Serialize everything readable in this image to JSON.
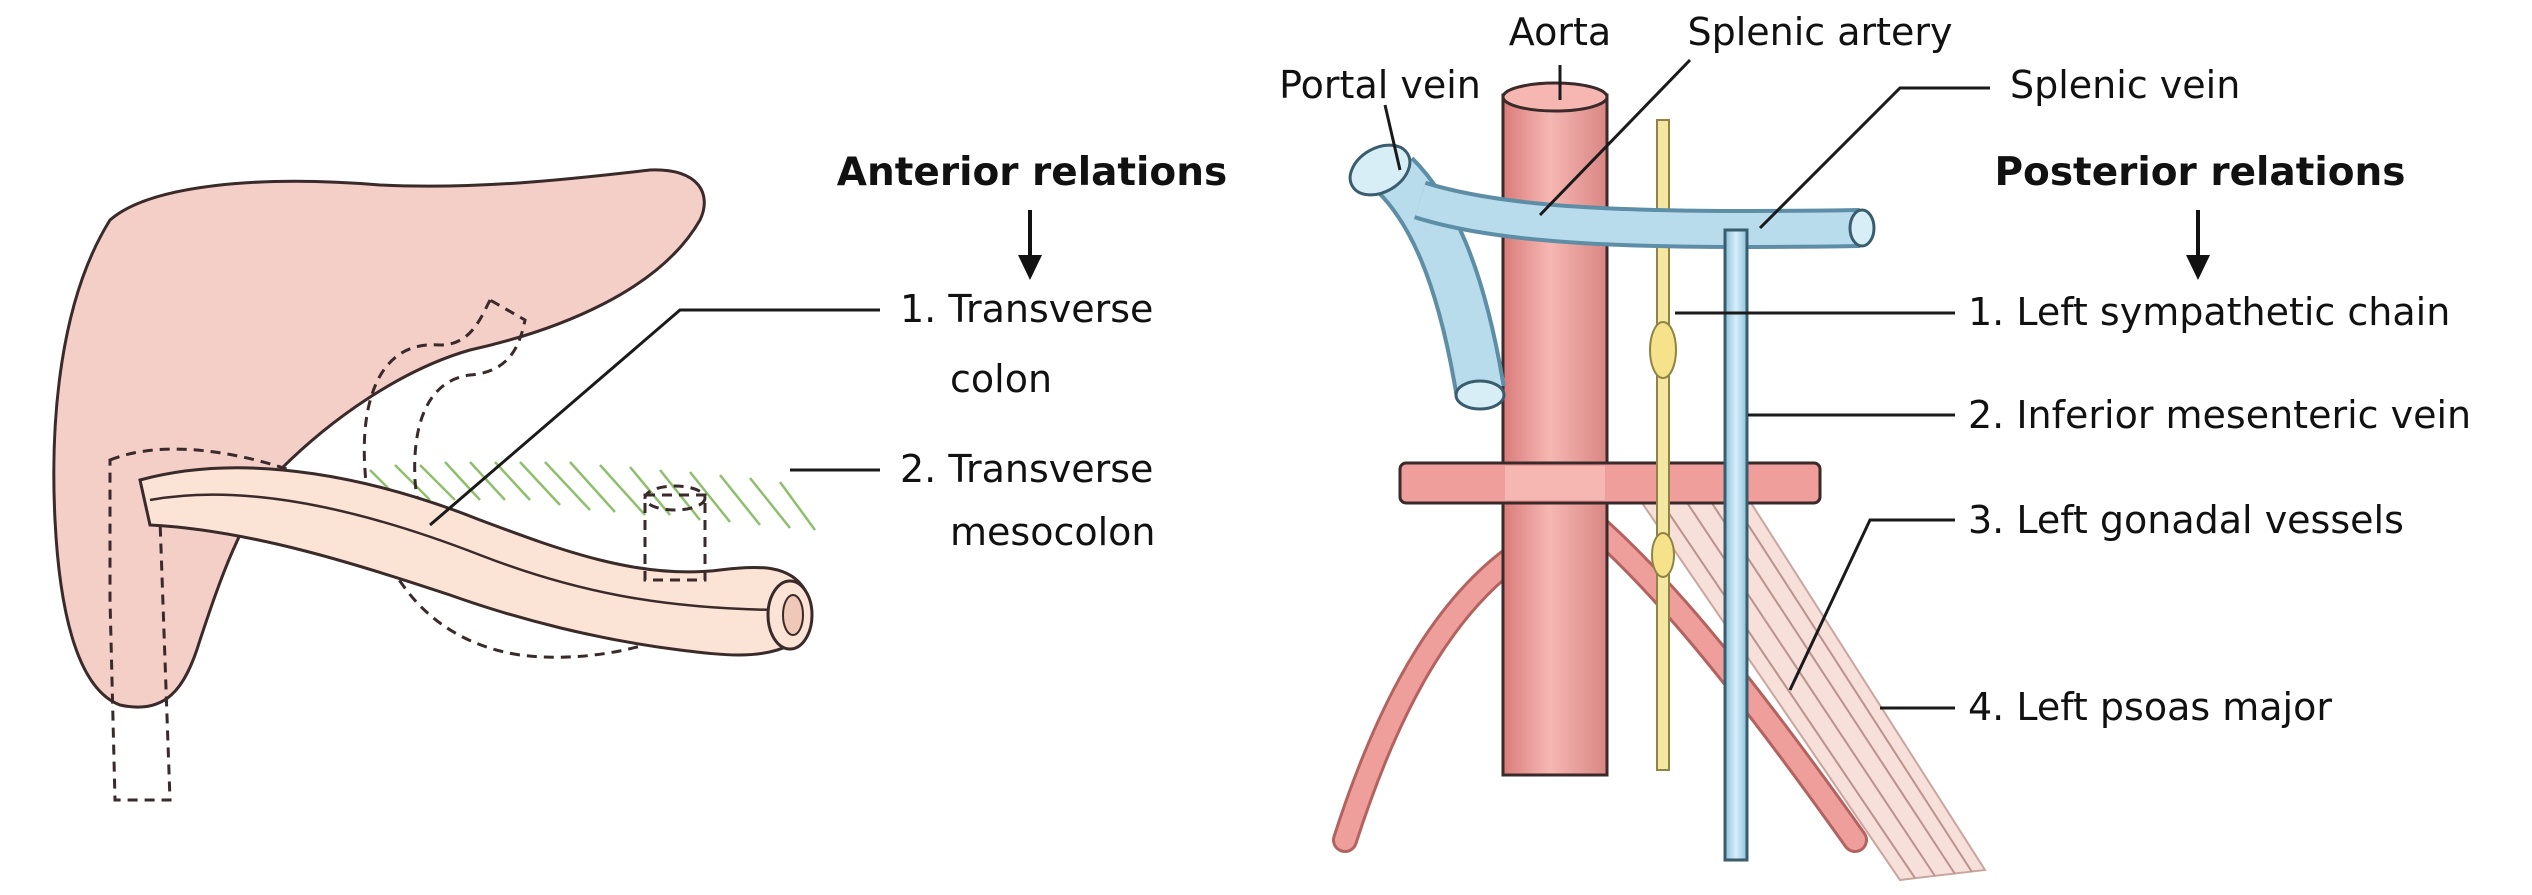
{
  "anterior": {
    "heading": "Anterior relations",
    "items": [
      {
        "line1": "1. Transverse",
        "line2": "colon"
      },
      {
        "line1": "2. Transverse",
        "line2": "mesocolon"
      }
    ]
  },
  "posterior": {
    "heading": "Posterior relations",
    "items": [
      "1. Left sympathetic chain",
      "2. Inferior mesenteric vein",
      "3. Left gonadal vessels",
      "4. Left psoas major"
    ]
  },
  "top_labels": {
    "aorta": "Aorta",
    "splenic_artery": "Splenic artery",
    "portal_vein": "Portal vein",
    "splenic_vein": "Splenic vein"
  },
  "colors": {
    "liver": "#f4cfc8",
    "colon": "#fbe3d6",
    "aorta": "#ef9e9b",
    "vein": "#b9dcec",
    "nerve": "#f3e7a2",
    "mesentery": "#a9cf8c",
    "psoas": "#f3d2cb"
  }
}
